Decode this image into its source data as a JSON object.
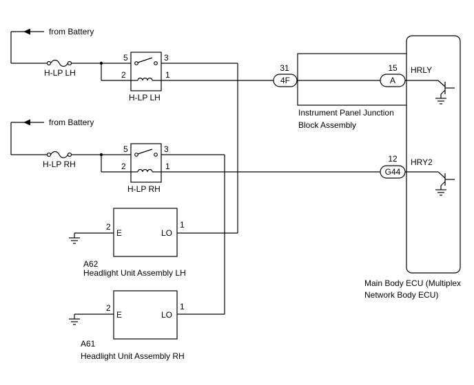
{
  "battery": {
    "top_label": "from Battery",
    "bottom_label": "from Battery"
  },
  "fuses": {
    "lh": "H-LP LH",
    "rh": "H-LP RH"
  },
  "relays": {
    "lh": {
      "name": "H-LP LH",
      "pin5": "5",
      "pin3": "3",
      "pin2": "2",
      "pin1": "1"
    },
    "rh": {
      "name": "H-LP RH",
      "pin5": "5",
      "pin3": "3",
      "pin2": "2",
      "pin1": "1"
    }
  },
  "junction_block": {
    "name_line1": "Instrument Panel Junction",
    "name_line2": "Block Assembly",
    "conn_in": "4F",
    "pin_in": "31",
    "conn_out": "A",
    "pin_out": "15"
  },
  "ecu": {
    "conn_g44": "G44",
    "pin_g44": "12",
    "signal_hrly": "HRLY",
    "signal_hry2": "HRY2",
    "name_line1": "Main Body ECU (Multiplex",
    "name_line2": "Network Body ECU)"
  },
  "headlight_lh": {
    "code": "A62",
    "name": "Headlight Unit Assembly LH",
    "terminal_e": "E",
    "terminal_lo": "LO",
    "pin_e": "2",
    "pin_lo": "1"
  },
  "headlight_rh": {
    "code": "A61",
    "name": "Headlight Unit Assembly RH",
    "terminal_e": "E",
    "terminal_lo": "LO",
    "pin_e": "2",
    "pin_lo": "1"
  }
}
